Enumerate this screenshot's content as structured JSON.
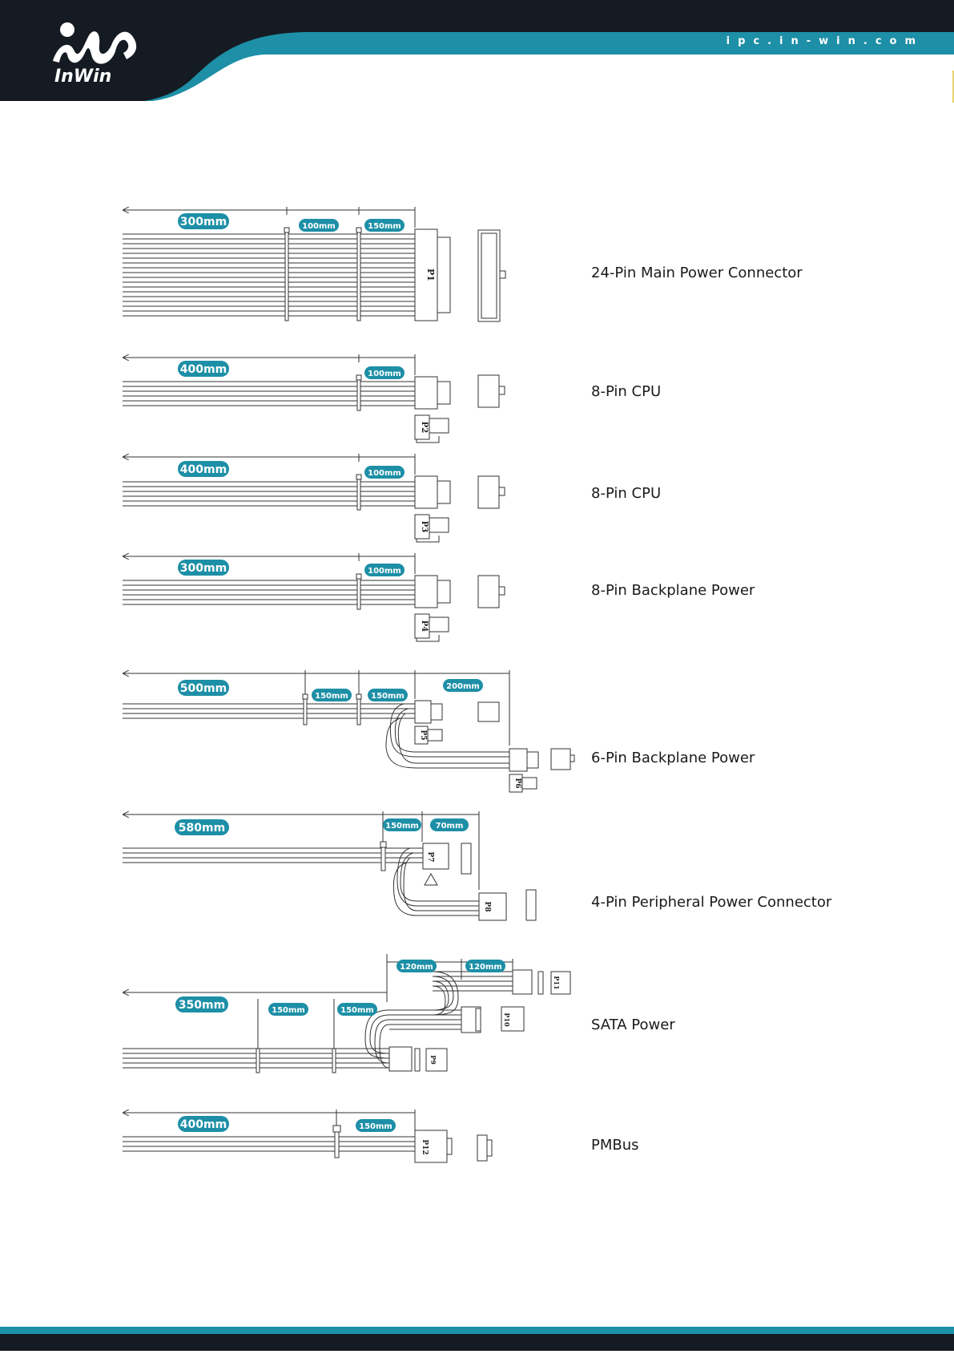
{
  "header": {
    "brand": "InWin",
    "url": "ipc.in-win.com",
    "colors": {
      "dark": "#151b22",
      "teal": "#1d8fa6"
    }
  },
  "cables": [
    {
      "name": "24-Pin Main Power Connector",
      "plug": "P1",
      "segments": [
        "300mm",
        "100mm",
        "150mm"
      ]
    },
    {
      "name": "8-Pin CPU",
      "plug": "P2",
      "segments": [
        "400mm",
        "100mm"
      ]
    },
    {
      "name": "8-Pin CPU",
      "plug": "P3",
      "segments": [
        "400mm",
        "100mm"
      ]
    },
    {
      "name": "8-Pin Backplane Power",
      "plug": "P4",
      "segments": [
        "300mm",
        "100mm"
      ]
    },
    {
      "name": "6-Pin Backplane Power",
      "plugs": [
        "P5",
        "P6"
      ],
      "segments": [
        "500mm",
        "150mm",
        "150mm",
        "200mm"
      ]
    },
    {
      "name": "4-Pin Peripheral Power Connector",
      "plugs": [
        "P7",
        "P8"
      ],
      "segments": [
        "580mm",
        "150mm",
        "70mm"
      ]
    },
    {
      "name": "SATA Power",
      "plugs": [
        "P9",
        "P10",
        "P11"
      ],
      "segments": [
        "350mm",
        "150mm",
        "150mm",
        "120mm",
        "120mm"
      ]
    },
    {
      "name": "PMBus",
      "plug": "P12",
      "segments": [
        "400mm",
        "150mm"
      ]
    }
  ],
  "colors": {
    "badge": "#1d8fa6",
    "line": "#333333"
  }
}
